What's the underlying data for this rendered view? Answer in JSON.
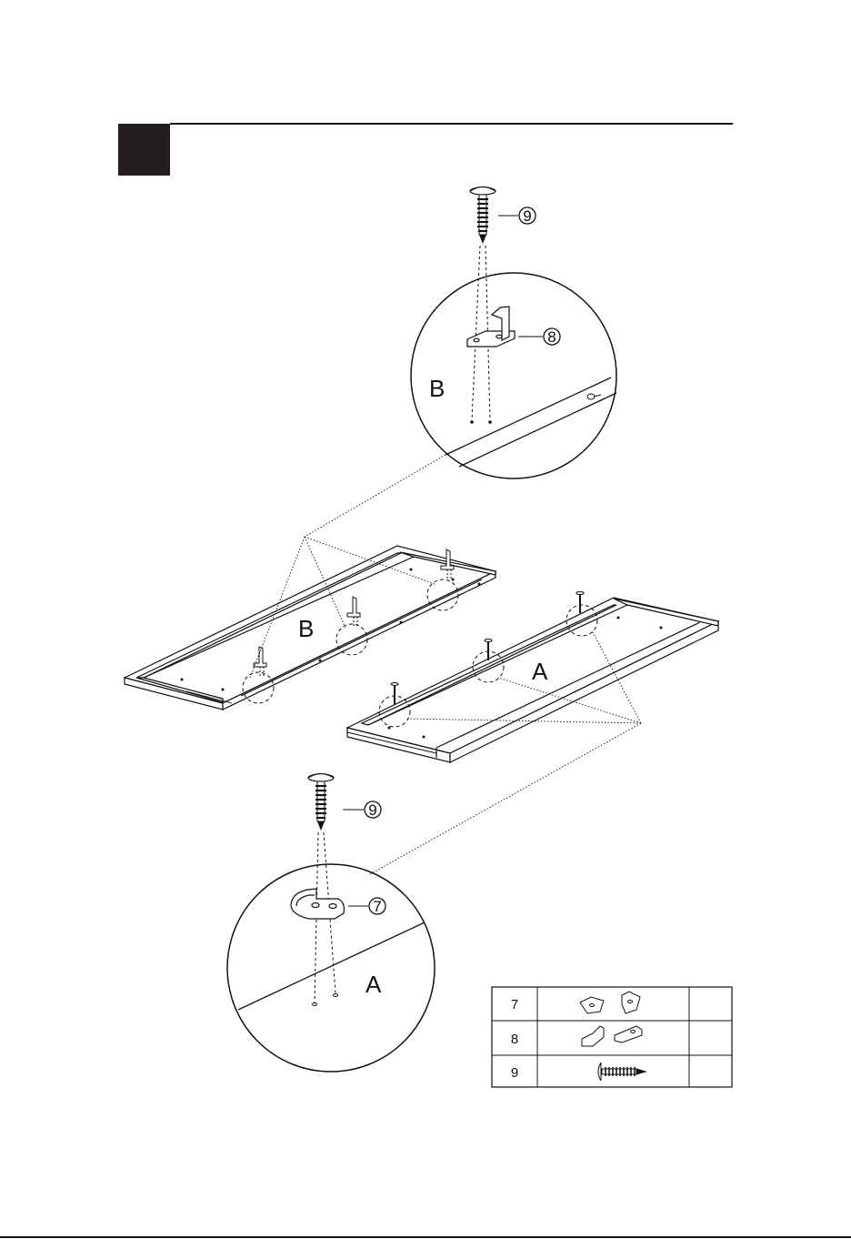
{
  "step": {
    "number": ""
  },
  "detail_top": {
    "panel_label": "B",
    "screw_part": "9",
    "bracket_part": "8"
  },
  "detail_bottom": {
    "panel_label": "A",
    "screw_part": "9",
    "plate_part": "7"
  },
  "main": {
    "panel_b_label": "B",
    "panel_a_label": "A"
  },
  "parts_table": {
    "rows": [
      {
        "part": "7",
        "icon": "corner-plate-icon",
        "qty": ""
      },
      {
        "part": "8",
        "icon": "angle-bracket-icon",
        "qty": ""
      },
      {
        "part": "9",
        "icon": "screw-icon",
        "qty": ""
      }
    ]
  },
  "colors": {
    "ink": "#111111",
    "step_box": "#231f20",
    "background": "#ffffff"
  }
}
